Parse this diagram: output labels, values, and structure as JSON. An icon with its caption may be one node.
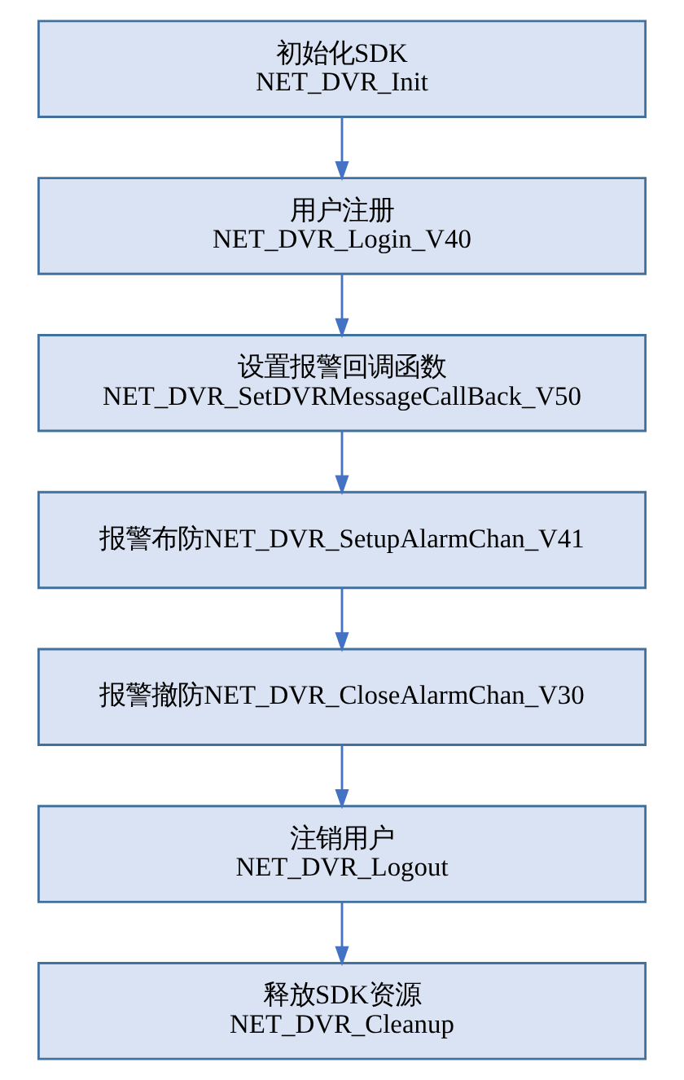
{
  "diagram": {
    "nodes": [
      {
        "text": [
          "初始化SDK",
          "NET_DVR_Init"
        ]
      },
      {
        "text": [
          "用户注册",
          "NET_DVR_Login_V40"
        ]
      },
      {
        "text": [
          "设置报警回调函数",
          "NET_DVR_SetDVRMessageCallBack_V50"
        ]
      },
      {
        "text": [
          "报警布防NET_DVR_SetupAlarmChan_V41"
        ]
      },
      {
        "text": [
          "报警撤防NET_DVR_CloseAlarmChan_V30"
        ]
      },
      {
        "text": [
          "注销用户",
          "NET_DVR_Logout"
        ]
      },
      {
        "text": [
          "释放SDK资源",
          "NET_DVR_Cleanup"
        ]
      }
    ],
    "edges": [
      {
        "from": 0,
        "to": 1,
        "arrow": "to"
      },
      {
        "from": 1,
        "to": 2,
        "arrow": "to"
      },
      {
        "from": 2,
        "to": 3,
        "arrow": "to"
      },
      {
        "from": 3,
        "to": 4,
        "arrow": "to"
      },
      {
        "from": 4,
        "to": 5,
        "arrow": "to"
      },
      {
        "from": 5,
        "to": 6,
        "arrow": "to"
      }
    ]
  }
}
